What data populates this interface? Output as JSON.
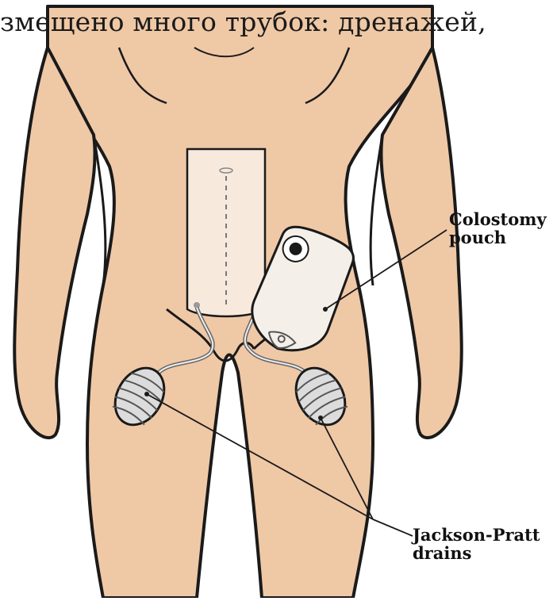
{
  "caption": "змещено много трубок: дренажей,",
  "labels": {
    "colostomy_pouch": [
      "Colostomy",
      "pouch"
    ],
    "jackson_pratt": [
      "Jackson-Pratt",
      "drains"
    ]
  },
  "colors": {
    "skin": "#efc8a6",
    "outline": "#1a1a1a",
    "dressing": "#f8e9dd",
    "pouch": "#f4efe9",
    "drain_bulb": "#dcdcdc"
  }
}
